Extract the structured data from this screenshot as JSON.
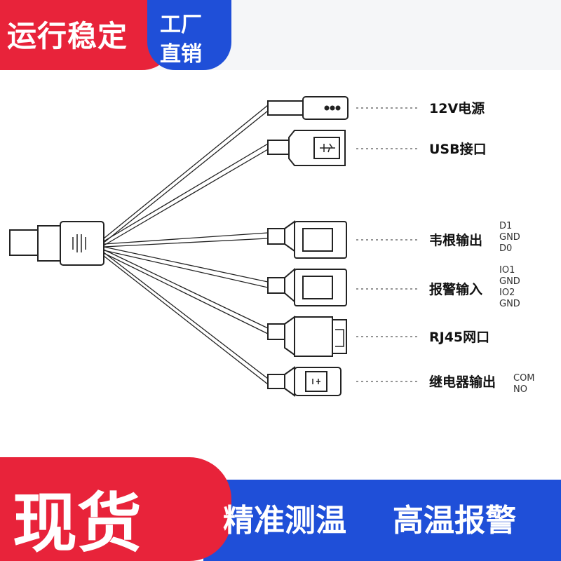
{
  "header": {
    "slogan": "运行稳定",
    "factory_line1": "工厂",
    "factory_line2": "直销"
  },
  "connectors": [
    {
      "label": "12V电源",
      "pins": []
    },
    {
      "label": "USB接口",
      "pins": []
    },
    {
      "label": "韦根输出",
      "pins": [
        "D1",
        "GND",
        "D0"
      ]
    },
    {
      "label": "报警输入",
      "pins": [
        "IO1",
        "GND",
        "IO2",
        "GND"
      ]
    },
    {
      "label": "RJ45网口",
      "pins": []
    },
    {
      "label": "继电器输出",
      "pins": [
        "COM",
        "NO"
      ]
    }
  ],
  "footer": {
    "stock": "现货",
    "feature1": "精准测温",
    "feature2": "高温报警"
  },
  "colors": {
    "red": "#e8233a",
    "blue": "#1f4fd8"
  }
}
